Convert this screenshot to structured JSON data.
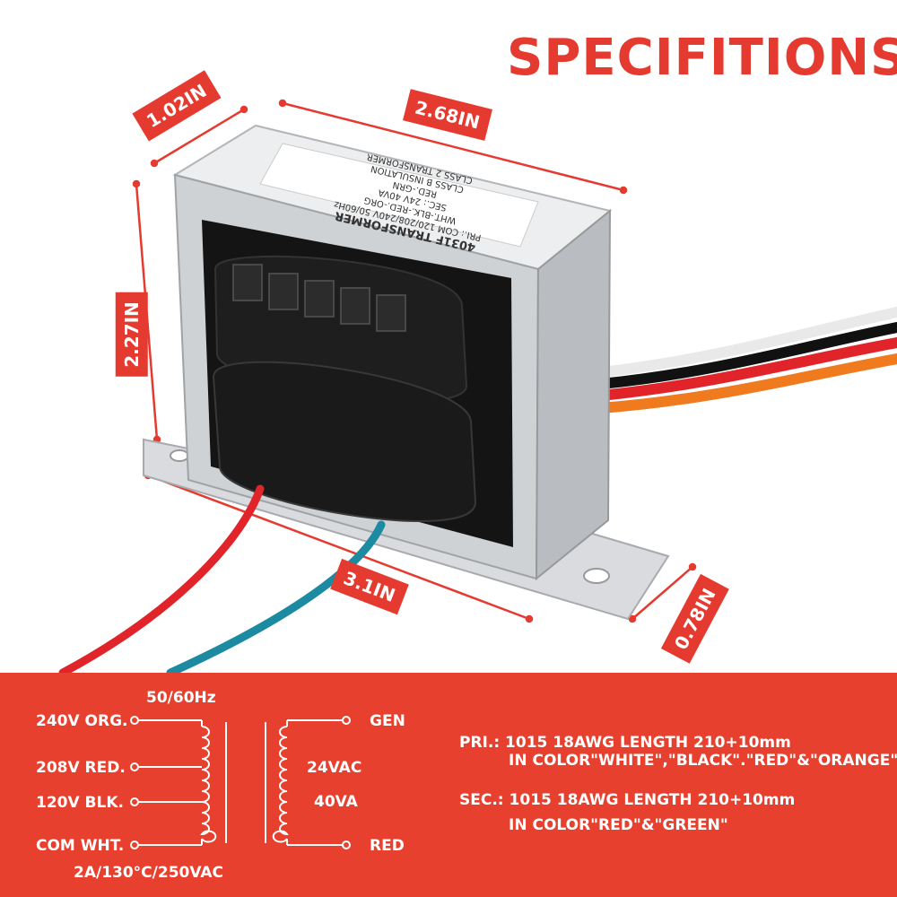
{
  "title": "SPECIFITIONS",
  "dimensions": {
    "depth_top": "1.02IN",
    "width_top": "2.68IN",
    "height": "2.27IN",
    "base_length": "3.1IN",
    "tab_width": "0.78IN"
  },
  "label": {
    "lines": [
      "4031F TRANSFORMER",
      "PRI.: COM 120/208/240V 50/60Hz",
      "WHT.-BLK.-RED.-ORG",
      "SEC.: 24V 40VA",
      "RED.-GRN",
      "CLASS B INSULATION",
      "CLASS 2 TRANSFORMER"
    ]
  },
  "diagram": {
    "frequency": "50/60Hz",
    "taps": [
      "240V ORG.",
      "208V RED.",
      "120V BLK.",
      "COM WHT."
    ],
    "rating": "2A/130°C/250VAC",
    "secondary_top": "GEN",
    "secondary_bottom": "RED",
    "voltage": "24VAC",
    "power": "40VA"
  },
  "specs": {
    "pri_line1": "PRI.: 1015 18AWG LENGTH 210+10mm",
    "pri_line2": "IN COLOR\"WHITE\",\"BLACK\".\"RED\"&\"ORANGE\"",
    "sec_line1": "SEC.: 1015 18AWG LENGTH 210+10mm",
    "sec_line2": "IN COLOR\"RED\"&\"GREEN\""
  },
  "colors": {
    "accent": "#e53a2f",
    "panel": "#e8402f",
    "wire_white": "#f2f2f2",
    "wire_black": "#111111",
    "wire_red": "#e0242a",
    "wire_orange": "#f07a1e",
    "wire_green": "#1c8aa0"
  }
}
